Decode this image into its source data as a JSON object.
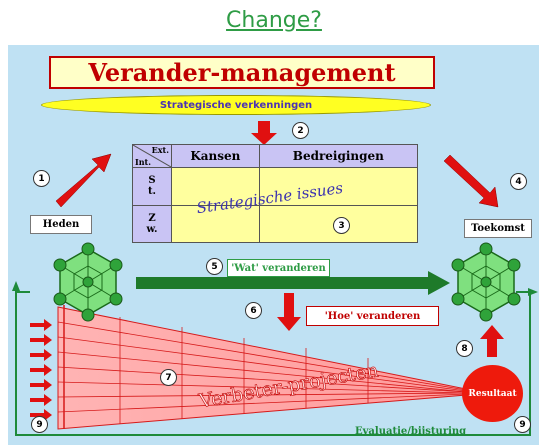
{
  "heading": "Change?",
  "diagram": {
    "title": "Verander-management",
    "strategic_label": "Strategische verkenningen",
    "matrix": {
      "corner_top": "Ext.",
      "corner_left": "Int.",
      "col_kansen": "Kansen",
      "col_bedreigingen": "Bedreigingen",
      "row_s1": "S",
      "row_s2": "t.",
      "row_z1": "Z",
      "row_z2": "w."
    },
    "issues_label": "Strategische issues",
    "heden": "Heden",
    "toekomst": "Toekomst",
    "wat_label": "'Wat' veranderen",
    "hoe_label": "'Hoe' veranderen",
    "verbeter_label": "Verbeter-projecten",
    "resultaat": "Resultaat",
    "evaluatie": "Evaluatie/bijsturing",
    "steps": {
      "s1": "1",
      "s2": "2",
      "s3": "3",
      "s4": "4",
      "s5": "5",
      "s6": "6",
      "s7": "7",
      "s8": "8",
      "s9a": "9",
      "s9b": "9"
    }
  },
  "colors": {
    "heading_green": "#2e9c45",
    "slide_bg": "#bfe1f3",
    "arrow_red": "#e01010",
    "arrow_green": "#1e7a2a",
    "node_green": "#2fa33a"
  }
}
